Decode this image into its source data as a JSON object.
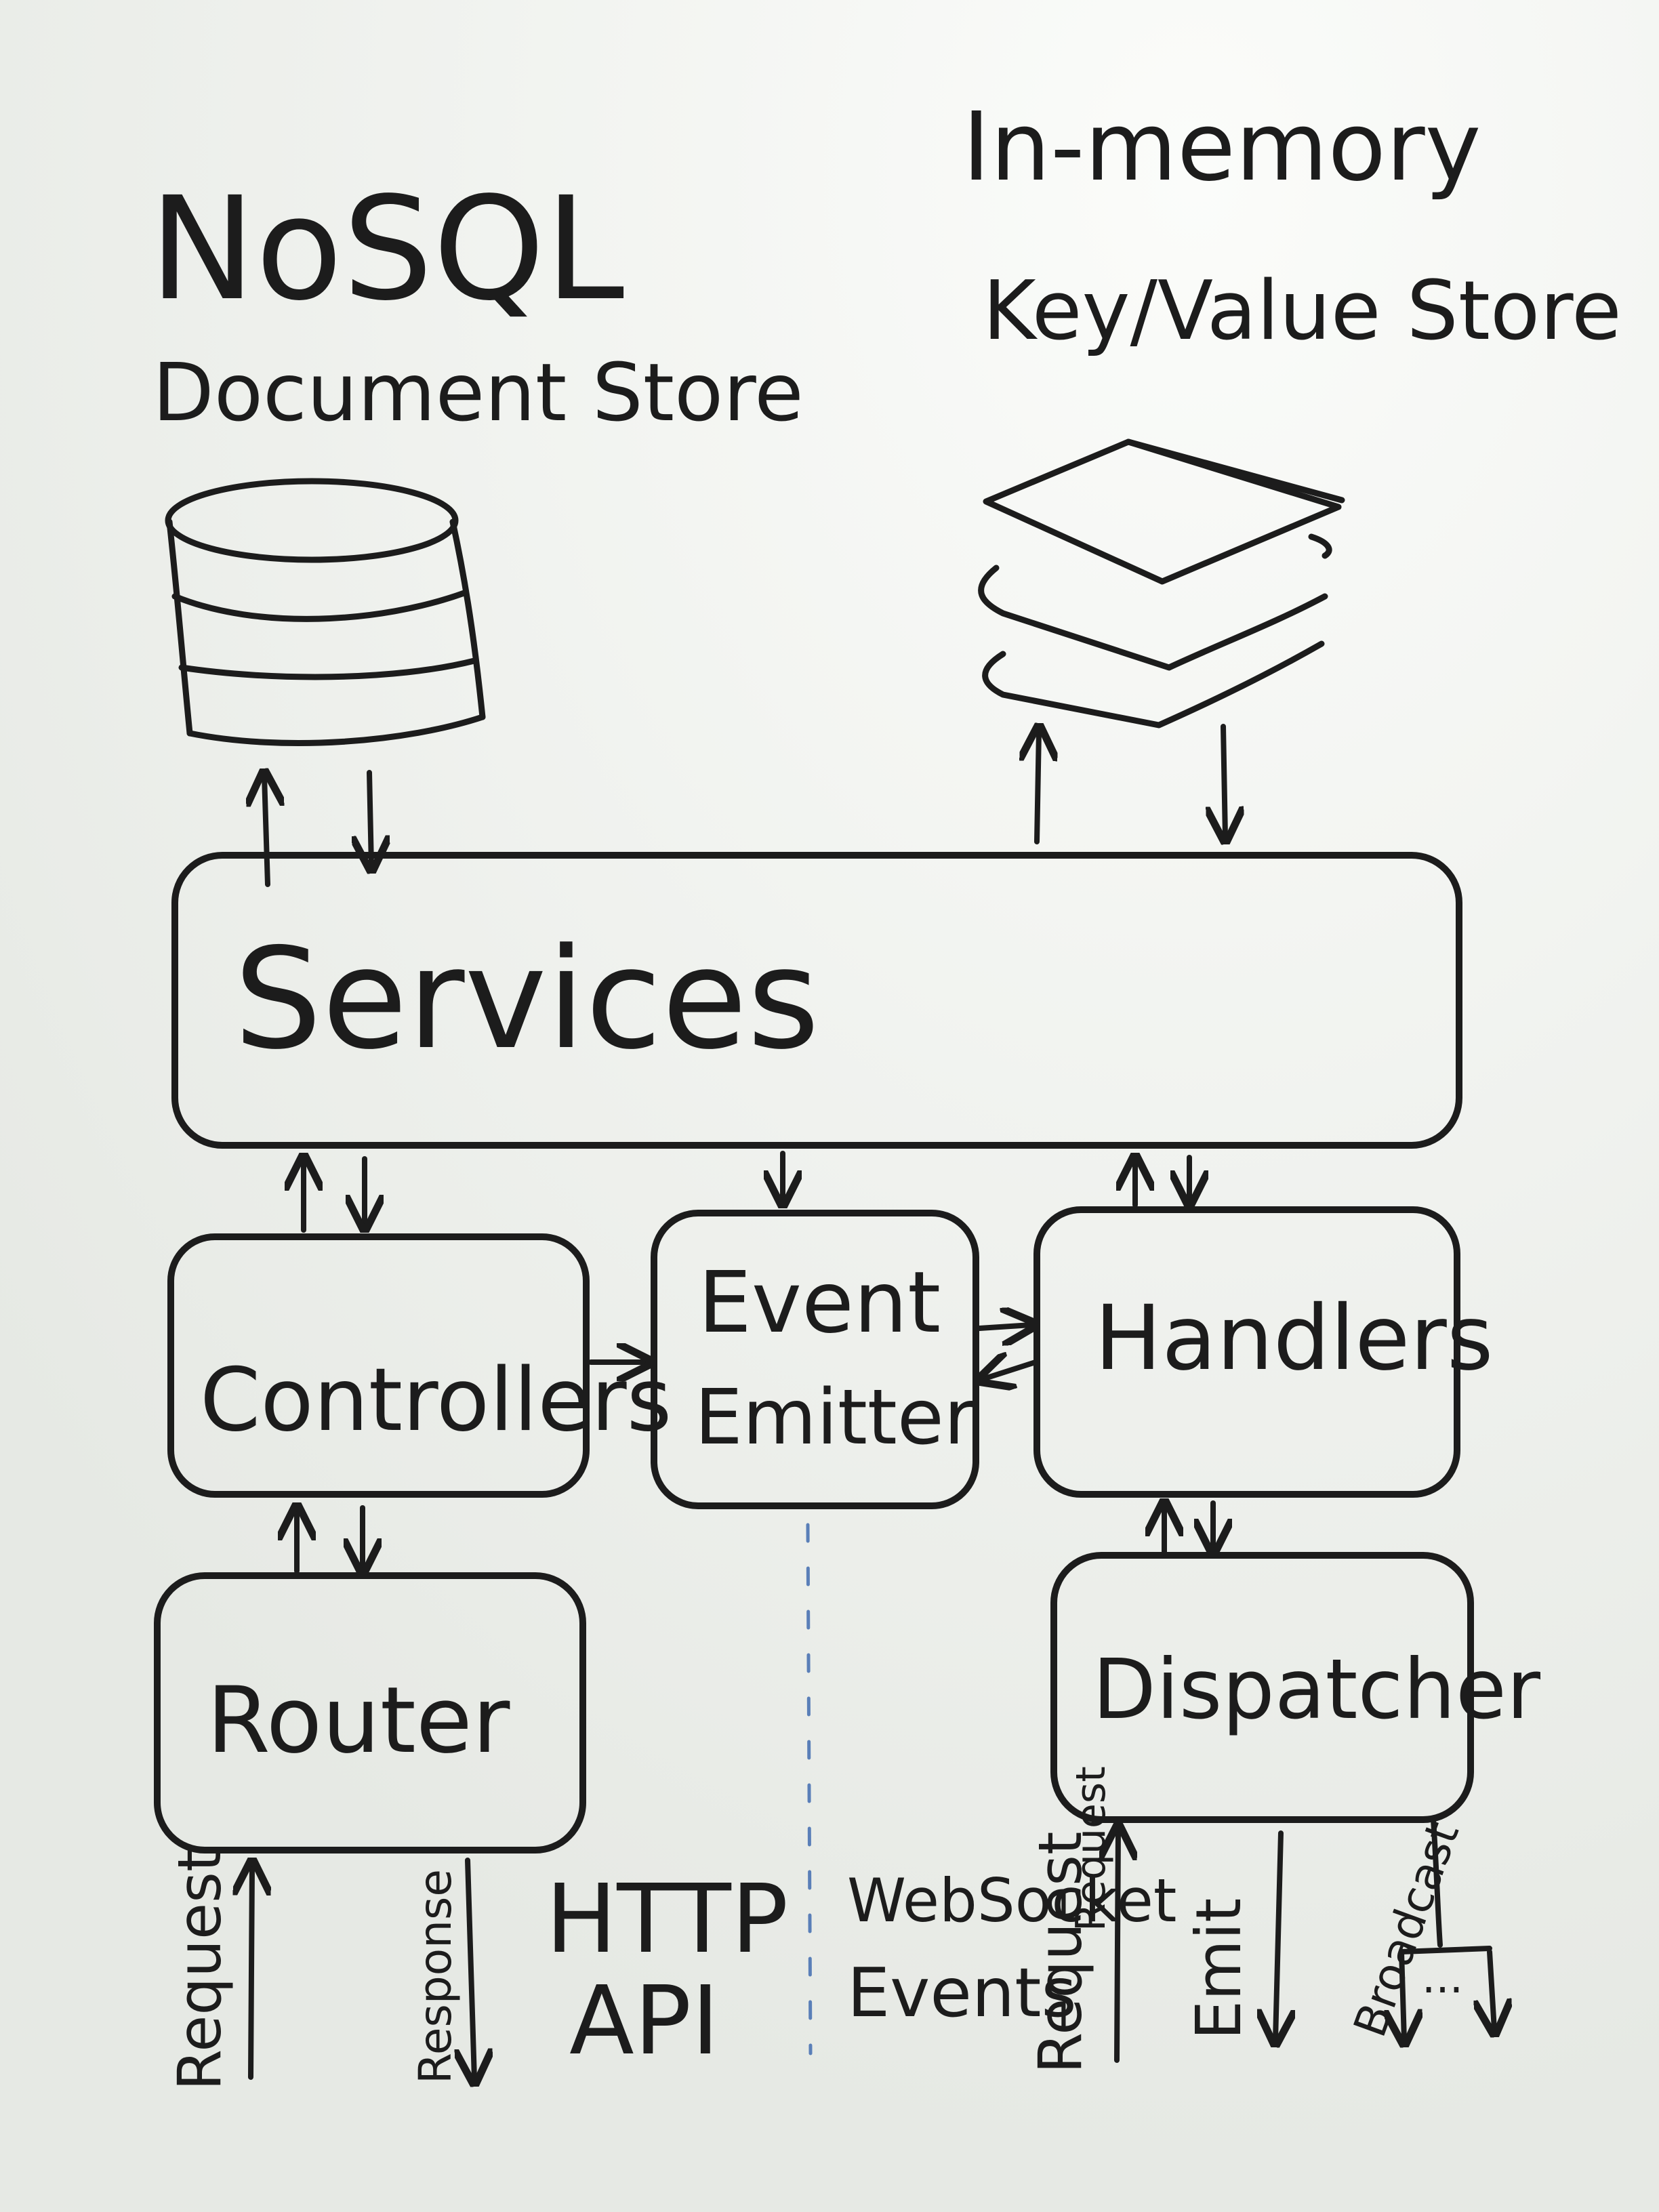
{
  "colors": {
    "board": "#eef0ec",
    "board_bright": "#fbfcfa",
    "ink": "#1c1c1c",
    "divider": "#5a7fb8"
  },
  "stores": {
    "nosql_line1": "NoSQL",
    "nosql_line2": "Document Store",
    "kv_line1": "In-memory",
    "kv_line2": "Key/Value Store"
  },
  "boxes": {
    "services": "Services",
    "controllers": "Controllers",
    "event_emitter_line1": "Event",
    "event_emitter_line2": "Emitter",
    "handlers": "Handlers",
    "router": "Router",
    "dispatcher": "Dispatcher"
  },
  "bottom": {
    "http_request": "Request",
    "http_response": "Response",
    "http_api_line1": "HTTP",
    "http_api_line2": "API",
    "ws_events_line1": "WebSocket",
    "ws_events_line2": "Events",
    "ws_request_partial": "Request",
    "ws_request_lower": "Request",
    "emit": "Emit",
    "broadcast": "Broadcast",
    "ellipsis": "..."
  }
}
